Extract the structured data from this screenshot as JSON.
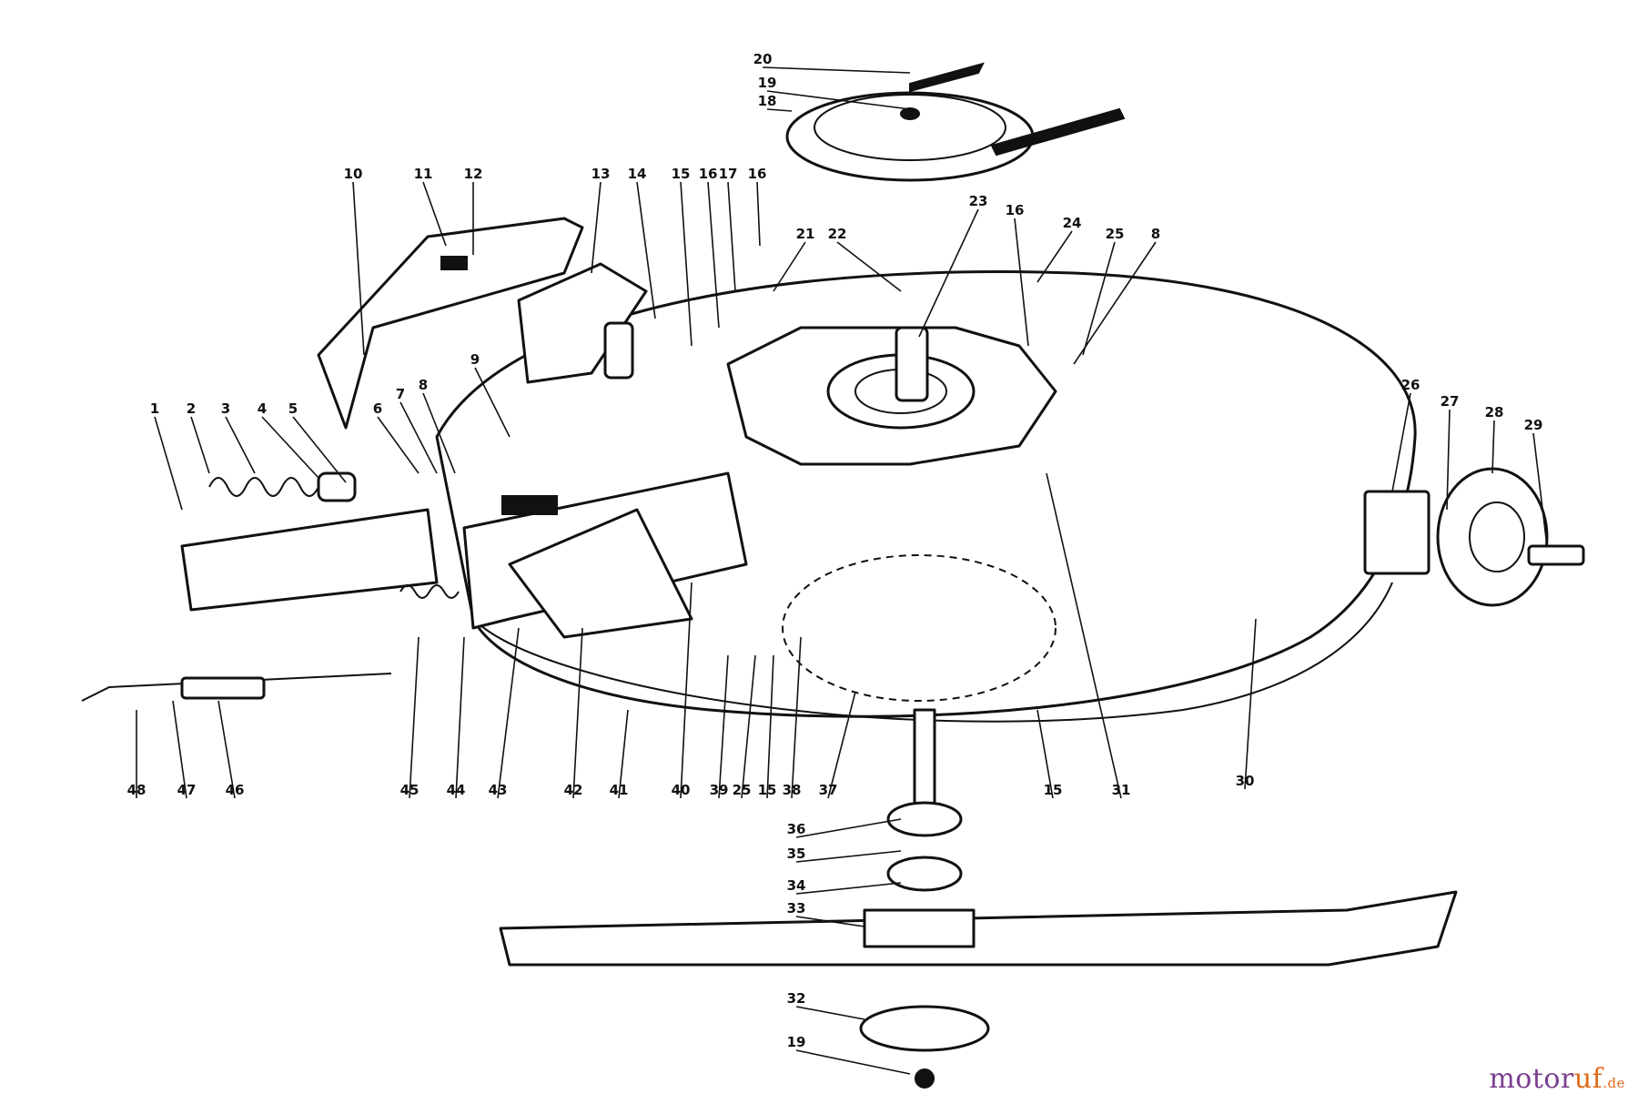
{
  "diagram": {
    "callouts": [
      "20",
      "19",
      "18",
      "10",
      "11",
      "12",
      "13",
      "14",
      "15",
      "16",
      "17",
      "16",
      "21",
      "22",
      "23",
      "16",
      "24",
      "25",
      "8",
      "9",
      "1",
      "2",
      "3",
      "4",
      "5",
      "6",
      "7",
      "8",
      "26",
      "27",
      "28",
      "29",
      "48",
      "47",
      "46",
      "45",
      "44",
      "43",
      "42",
      "41",
      "40",
      "39",
      "25",
      "15",
      "38",
      "37",
      "15",
      "31",
      "30",
      "36",
      "35",
      "34",
      "33",
      "32",
      "19"
    ]
  },
  "watermark": {
    "brand_main": "motor",
    "brand_accent": "uf",
    "tld": ".de"
  },
  "colors": {
    "line": "#111111",
    "paper": "#ffffff",
    "watermark_primary": "#7a3f8f",
    "watermark_accent": "#e06a1a"
  }
}
